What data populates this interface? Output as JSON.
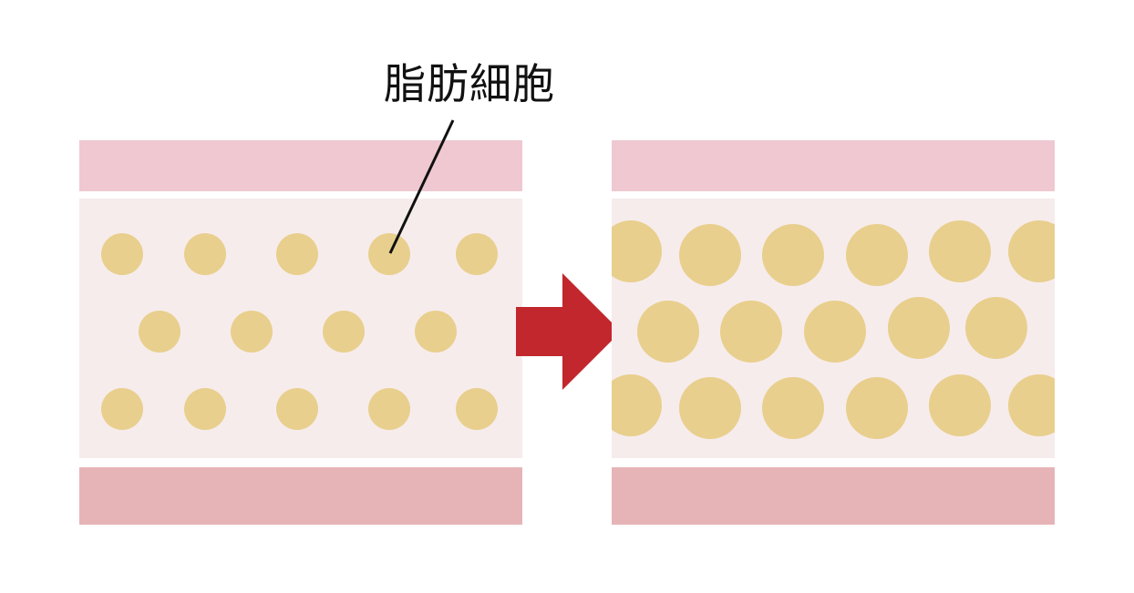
{
  "label": {
    "text": "脂肪細胞"
  },
  "colors": {
    "skin_top": "#efc8d1",
    "fat_layer": "#f7ecec",
    "muscle_bottom": "#e6b4b7",
    "fat_cell": "#e8cf8d",
    "arrow": "#c1272d",
    "leader_line": "#111111"
  },
  "panels": {
    "before": {
      "name": "before",
      "cell_radius": 23,
      "cells": [
        [
          134,
          279
        ],
        [
          225,
          279
        ],
        [
          326,
          279
        ],
        [
          427,
          279
        ],
        [
          523,
          279
        ],
        [
          175,
          364
        ],
        [
          276,
          364
        ],
        [
          377,
          364
        ],
        [
          478,
          364
        ],
        [
          134,
          449
        ],
        [
          225,
          449
        ],
        [
          326,
          449
        ],
        [
          427,
          449
        ],
        [
          523,
          449
        ]
      ]
    },
    "after": {
      "name": "after",
      "cell_radius": 34,
      "cells": [
        [
          692,
          276
        ],
        [
          779,
          280
        ],
        [
          870,
          280
        ],
        [
          962,
          280
        ],
        [
          1053,
          276
        ],
        [
          1140,
          276
        ],
        [
          733,
          364
        ],
        [
          824,
          364
        ],
        [
          916,
          364
        ],
        [
          1008,
          360
        ],
        [
          1093,
          360
        ],
        [
          692,
          445
        ],
        [
          779,
          448
        ],
        [
          870,
          448
        ],
        [
          962,
          448
        ],
        [
          1053,
          445
        ],
        [
          1140,
          445
        ]
      ]
    }
  }
}
